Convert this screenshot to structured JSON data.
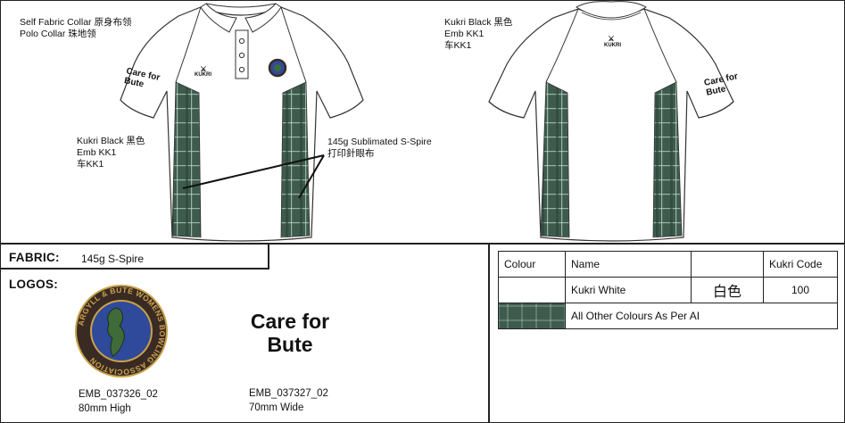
{
  "notes": {
    "collar_line1": "Self Fabric Collar  原身布领",
    "collar_line2": "Polo Collar  珠地领",
    "front_logo_1": "Kukri Black  黑色",
    "front_logo_2": "Emb KK1",
    "front_logo_3": "车KK1",
    "back_logo_1": "Kukri Black  黑色",
    "back_logo_2": "Emb KK1",
    "back_logo_3": "车KK1",
    "panel_1": "145g Sublimated S-Spire",
    "panel_2": "打印針眼布"
  },
  "sleeve_text": {
    "line1": "Care for",
    "line2": "Bute"
  },
  "brand_mark": "KUKRI",
  "fabric": {
    "label": "FABRIC:",
    "value": "145g S-Spire"
  },
  "logos": {
    "label": "LOGOS:",
    "logo1_ring_text": "ARGYLL & BUTE WOMENS BOWLING ASSOCIATION",
    "logo1_code": "EMB_037326_02",
    "logo1_size": "80mm High",
    "logo2_line1": "Care for",
    "logo2_line2": "Bute",
    "logo2_code": "EMB_037327_02",
    "logo2_size": "70mm Wide"
  },
  "colour_table": {
    "headers": [
      "Colour",
      "Name",
      "",
      "Kukri Code"
    ],
    "row1": {
      "name": "Kukri White",
      "chinese": "白色",
      "code": "100"
    },
    "row2": {
      "text": "All Other Colours As Per AI"
    }
  },
  "colors": {
    "tartan": "#3f5b4d",
    "badge_blue": "#2f4a9a",
    "badge_ring": "#3a2a24",
    "badge_gold": "#c9a24a"
  }
}
